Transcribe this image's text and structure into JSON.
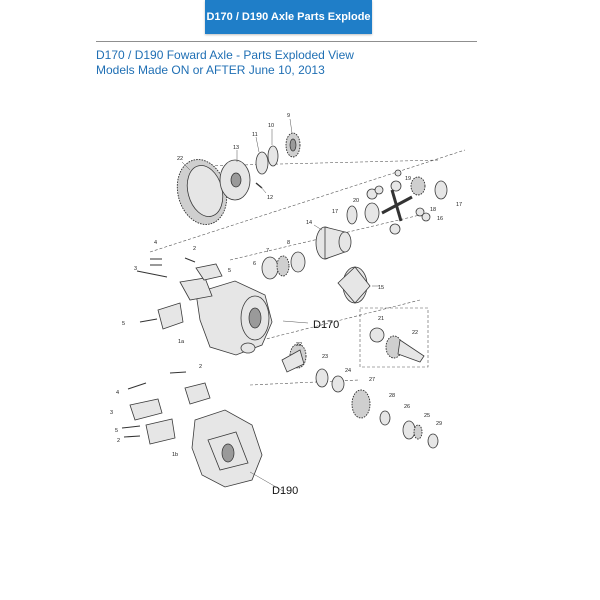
{
  "header": {
    "tab_label": "D170 / D190 Axle Parts Explode",
    "title_line1": "D170 / D190 Foward Axle - Parts Exploded View",
    "title_line2": "Models Made ON or AFTER June 10, 2013"
  },
  "diagram": {
    "labels": {
      "model_d170": "D170",
      "model_d190": "D190",
      "n22": "22",
      "n13": "13",
      "n11": "11",
      "n10": "10",
      "n9": "9",
      "n12": "12",
      "n20": "20",
      "n19": "19",
      "n18": "18",
      "n16": "16",
      "n17": "17",
      "n17b": "17",
      "n14": "14",
      "n15": "15",
      "n8": "8",
      "n7": "7",
      "n6": "6",
      "n4": "4",
      "n2": "2",
      "n3": "3",
      "n5a": "5",
      "n5b": "5",
      "n1a": "1a",
      "n21": "21",
      "n22b": "22",
      "n22c": "22",
      "n23": "23",
      "n24": "24",
      "n27": "27",
      "n28": "28",
      "n26": "26",
      "n25": "25",
      "n29": "29",
      "n4b": "4",
      "n3b": "3",
      "n2b": "2",
      "n5c": "5",
      "n2c": "2",
      "n1b": "1b"
    }
  }
}
